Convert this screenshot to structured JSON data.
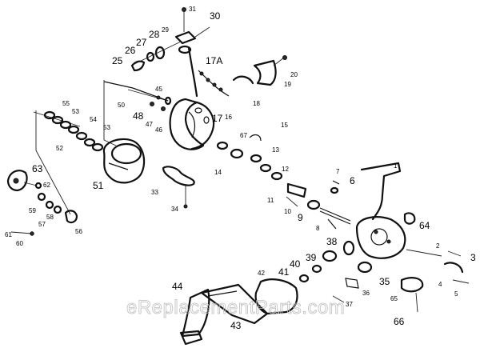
{
  "diagram": {
    "labels": {
      "l1": "1",
      "l2": "2",
      "l3": "3",
      "l4": "4",
      "l5": "5",
      "l6": "6",
      "l7": "7",
      "l8": "8",
      "l9": "9",
      "l10": "10",
      "l11": "11",
      "l12": "12",
      "l13": "13",
      "l14": "14",
      "l15": "15",
      "l16": "16",
      "l17": "17",
      "l17a": "17A",
      "l18": "18",
      "l19": "19",
      "l20": "20",
      "l25": "25",
      "l26": "26",
      "l27": "27",
      "l28": "28",
      "l29": "29",
      "l30": "30",
      "l31": "31",
      "l33": "33",
      "l34": "34",
      "l35": "35",
      "l36": "36",
      "l37": "37",
      "l38": "38",
      "l39": "39",
      "l40": "40",
      "l41": "41",
      "l42": "42",
      "l43": "43",
      "l44": "44",
      "l45": "45",
      "l46": "46",
      "l47": "47",
      "l48": "48",
      "l50": "50",
      "l51": "51",
      "l52": "52",
      "l53a": "53",
      "l53b": "53",
      "l54": "54",
      "l55": "55",
      "l56": "56",
      "l57": "57",
      "l58": "58",
      "l59": "59",
      "l60": "60",
      "l61": "61",
      "l62": "62",
      "l63": "63",
      "l64": "64",
      "l65": "65",
      "l66": "66",
      "l67": "67"
    },
    "watermark": "eReplacementParts.com"
  }
}
